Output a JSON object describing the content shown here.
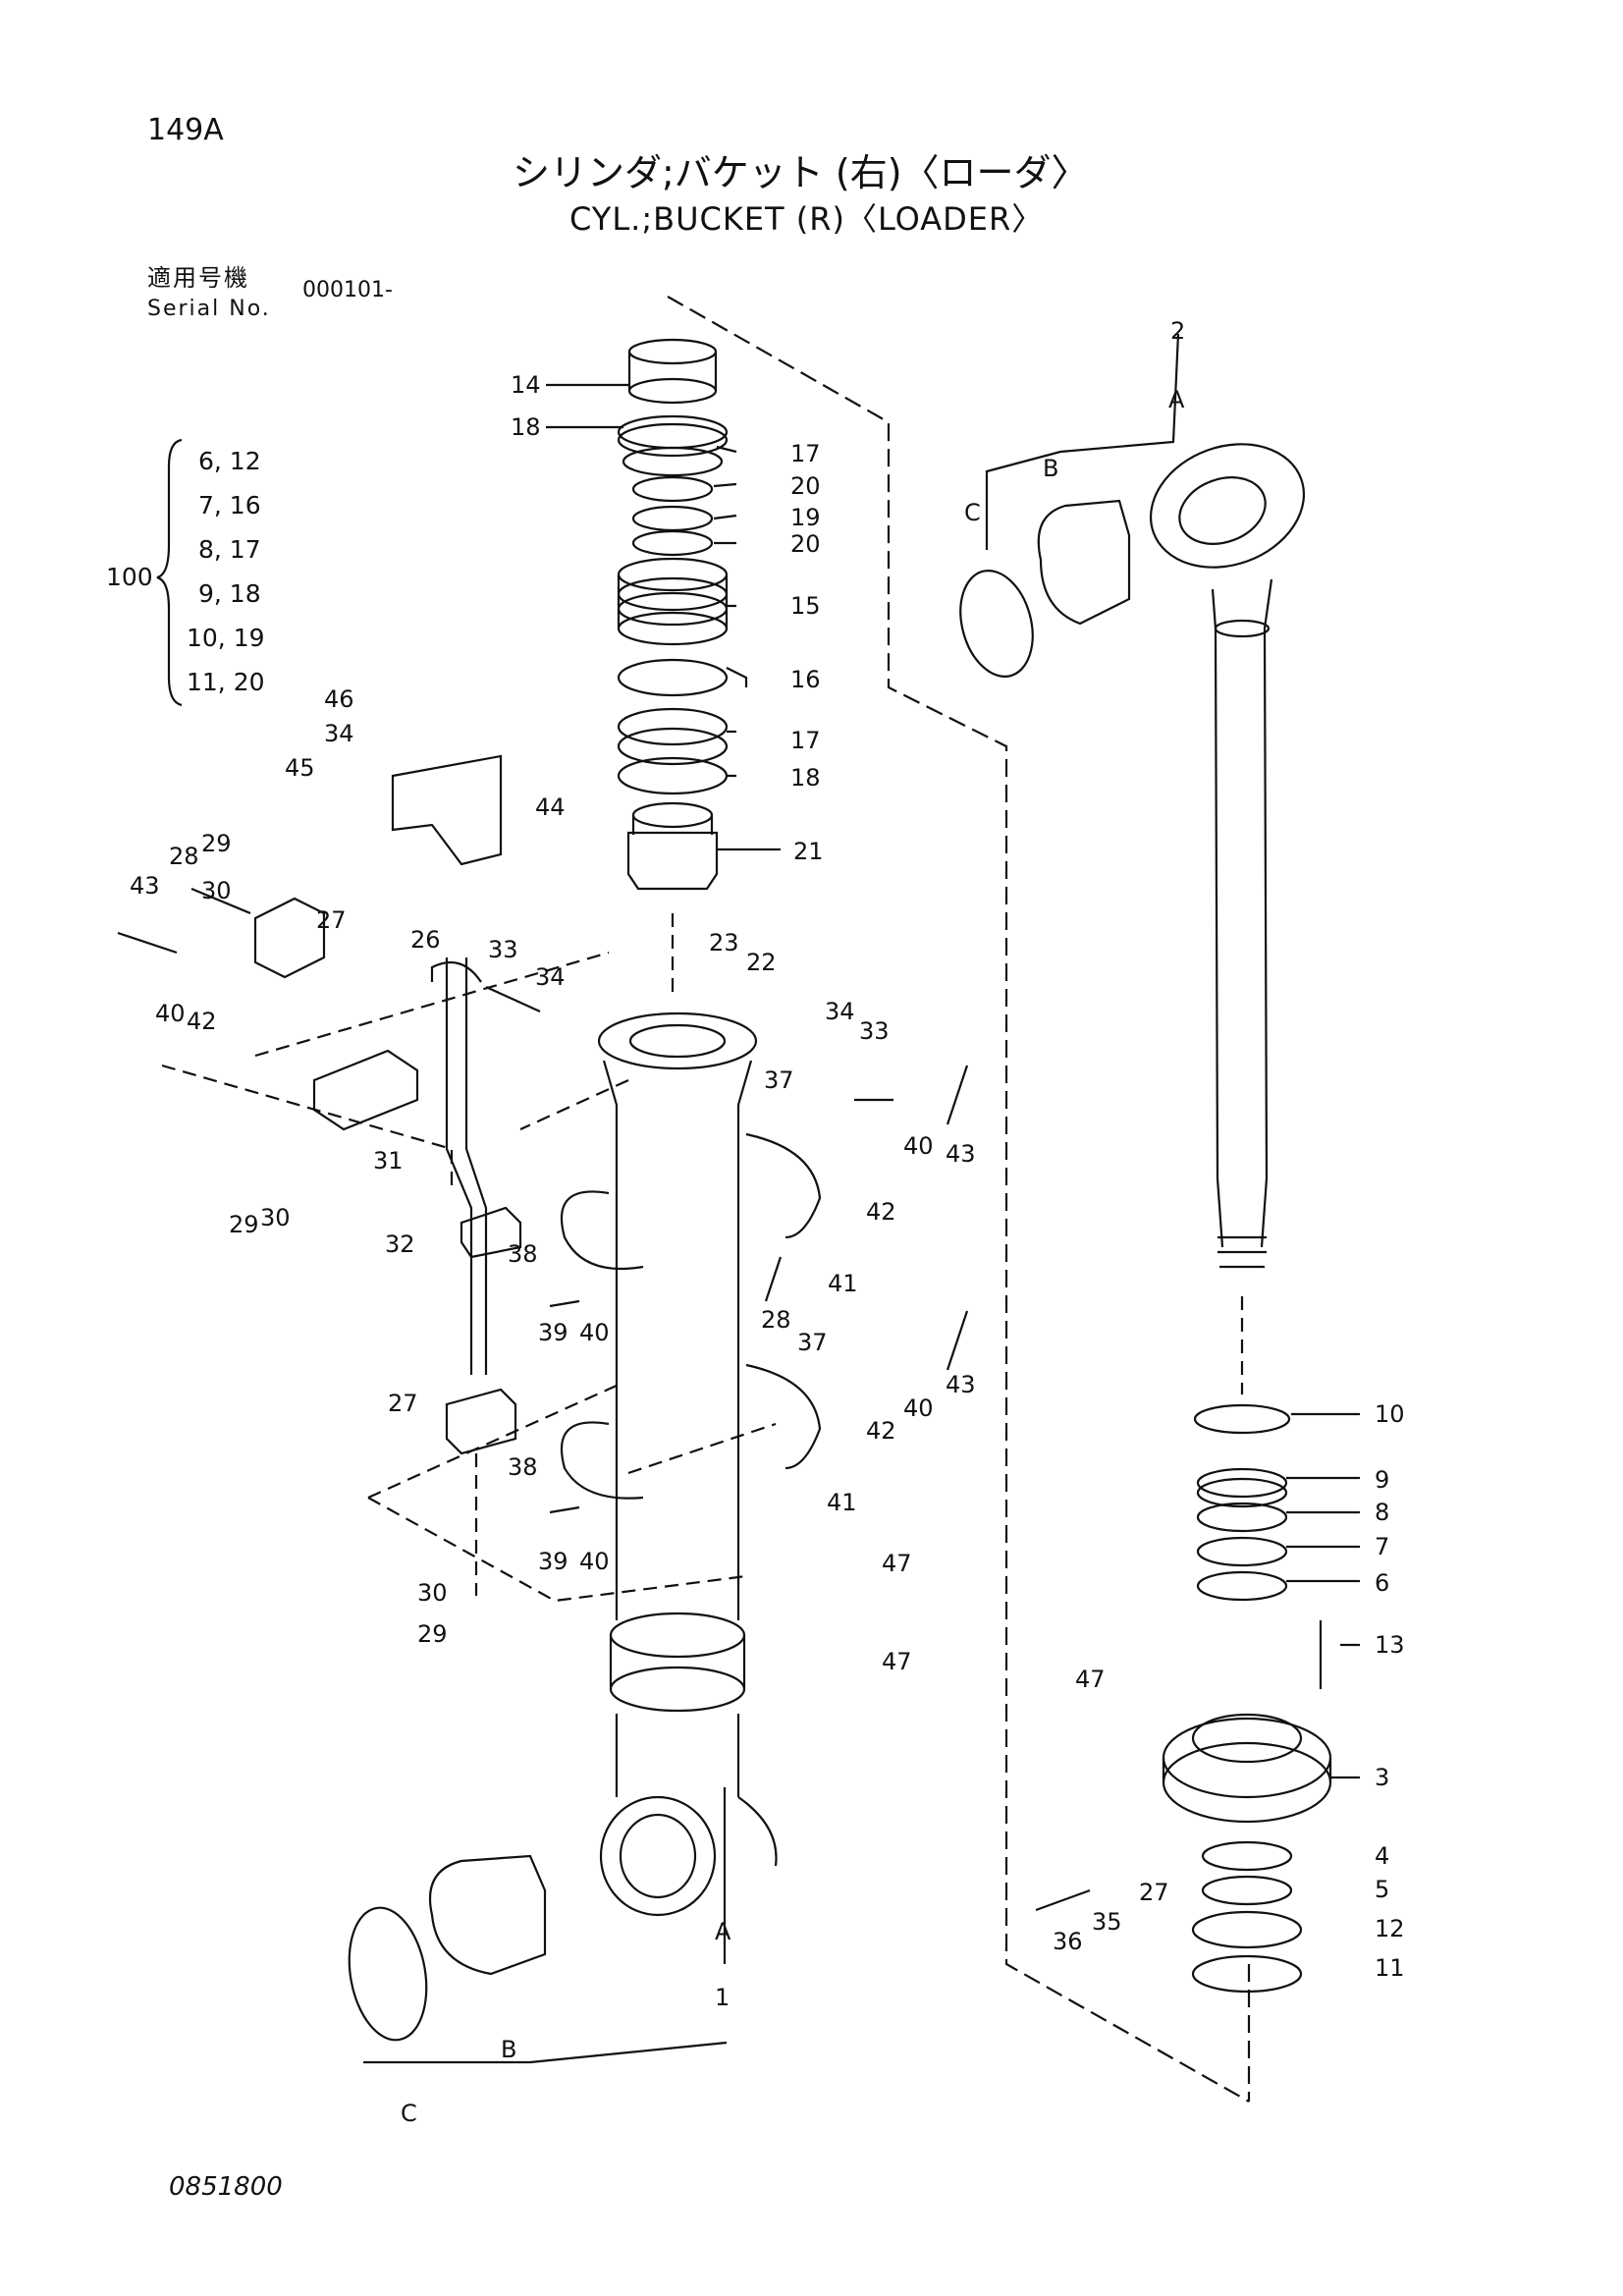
{
  "header": {
    "page_code": "149A",
    "title_jp": "シリンダ;バケット (右)〈ローダ〉",
    "title_en": "CYL.;BUCKET (R)〈LOADER〉",
    "serial_label_jp": "適用号機",
    "serial_label_en": "Serial No.",
    "serial_value": "000101-"
  },
  "kit": {
    "number": "100",
    "items": [
      "6, 12",
      "7, 16",
      "8, 17",
      "9, 18",
      "10, 19",
      "11, 20"
    ]
  },
  "footer": {
    "drawing_number": "0851800"
  },
  "callouts": [
    "14",
    "18",
    "17",
    "20",
    "19",
    "20",
    "15",
    "16",
    "17",
    "18",
    "21",
    "23",
    "22",
    "2",
    "A",
    "B",
    "C",
    "46",
    "34",
    "45",
    "44",
    "29",
    "28",
    "30",
    "43",
    "27",
    "26",
    "33",
    "34",
    "40",
    "42",
    "31",
    "29",
    "30",
    "34",
    "33",
    "37",
    "43",
    "40",
    "42",
    "32",
    "38",
    "41",
    "39",
    "40",
    "28",
    "37",
    "43",
    "40",
    "42",
    "27",
    "38",
    "41",
    "39",
    "40",
    "30",
    "29",
    "47",
    "47",
    "10",
    "9",
    "8",
    "7",
    "6",
    "13",
    "47",
    "3",
    "4",
    "5",
    "27",
    "35",
    "36",
    "12",
    "11",
    "A",
    "1",
    "B",
    "C"
  ]
}
